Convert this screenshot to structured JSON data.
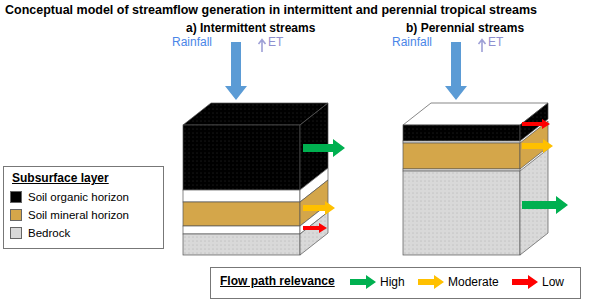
{
  "diagram": {
    "title": "Conceptual model of streamflow generation in intermittent and perennial tropical streams",
    "labels": [
      "a) Intermittent streams",
      "b) Perennial streams",
      "Rainfall",
      "ET",
      "Rainfall",
      "ET",
      "Subsurface layer",
      "Flow path relevance"
    ],
    "legend": [
      {
        "text": "Soil organic horizon",
        "color": "#000000"
      },
      {
        "text": "Soil mineral horizon",
        "color": "#d4a64a"
      },
      {
        "text": "Bedrock",
        "color": "#d9d9d9"
      },
      {
        "text": "High",
        "color": "#00b050"
      },
      {
        "text": "Moderate",
        "color": "#ffc000"
      },
      {
        "text": "Low",
        "color": "#ff0000"
      }
    ]
  }
}
